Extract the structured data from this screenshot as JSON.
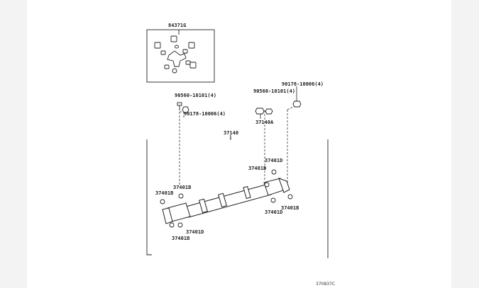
{
  "figure_code": "370837C",
  "labels": {
    "kit": "84371G",
    "bolt_left": "90560-10101(4)",
    "nut_left": "90178-10006(4)",
    "bolt_right": "90560-10101(4)",
    "nut_right": "90178-10006(4)",
    "shaft": "37140",
    "shaft_tick": "1",
    "part_a": "37140A",
    "d1": "37401D",
    "d2": "37401D",
    "b1": "37401B",
    "b2": "37401B",
    "b3": "37401B",
    "d3": "37401D",
    "d4": "37401D",
    "b4": "37401B"
  }
}
